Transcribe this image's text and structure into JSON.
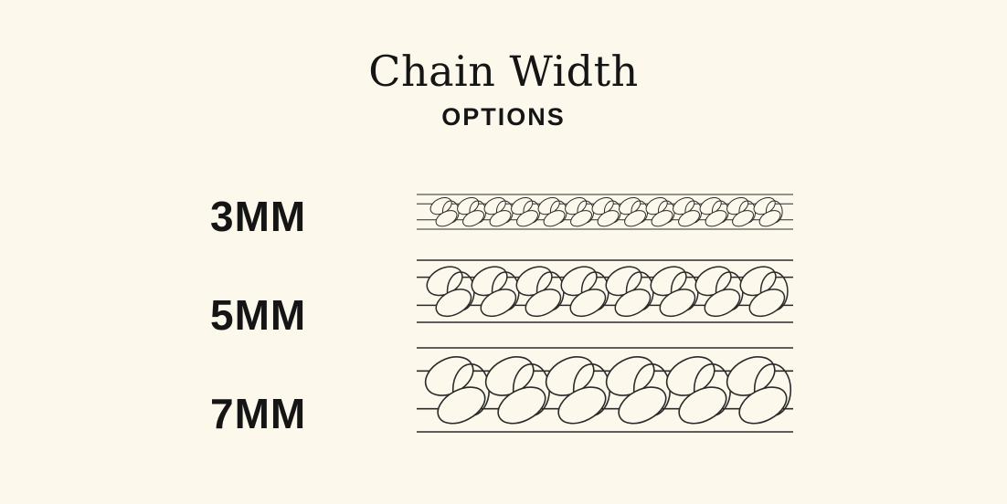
{
  "header": {
    "title": "Chain Width",
    "subtitle": "OPTIONS"
  },
  "options": [
    {
      "label": "3MM"
    },
    {
      "label": "5MM"
    },
    {
      "label": "7MM"
    }
  ],
  "colors": {
    "background": "#fcf9ec",
    "ink": "#151515",
    "chain_stroke": "#2a2a2a"
  }
}
